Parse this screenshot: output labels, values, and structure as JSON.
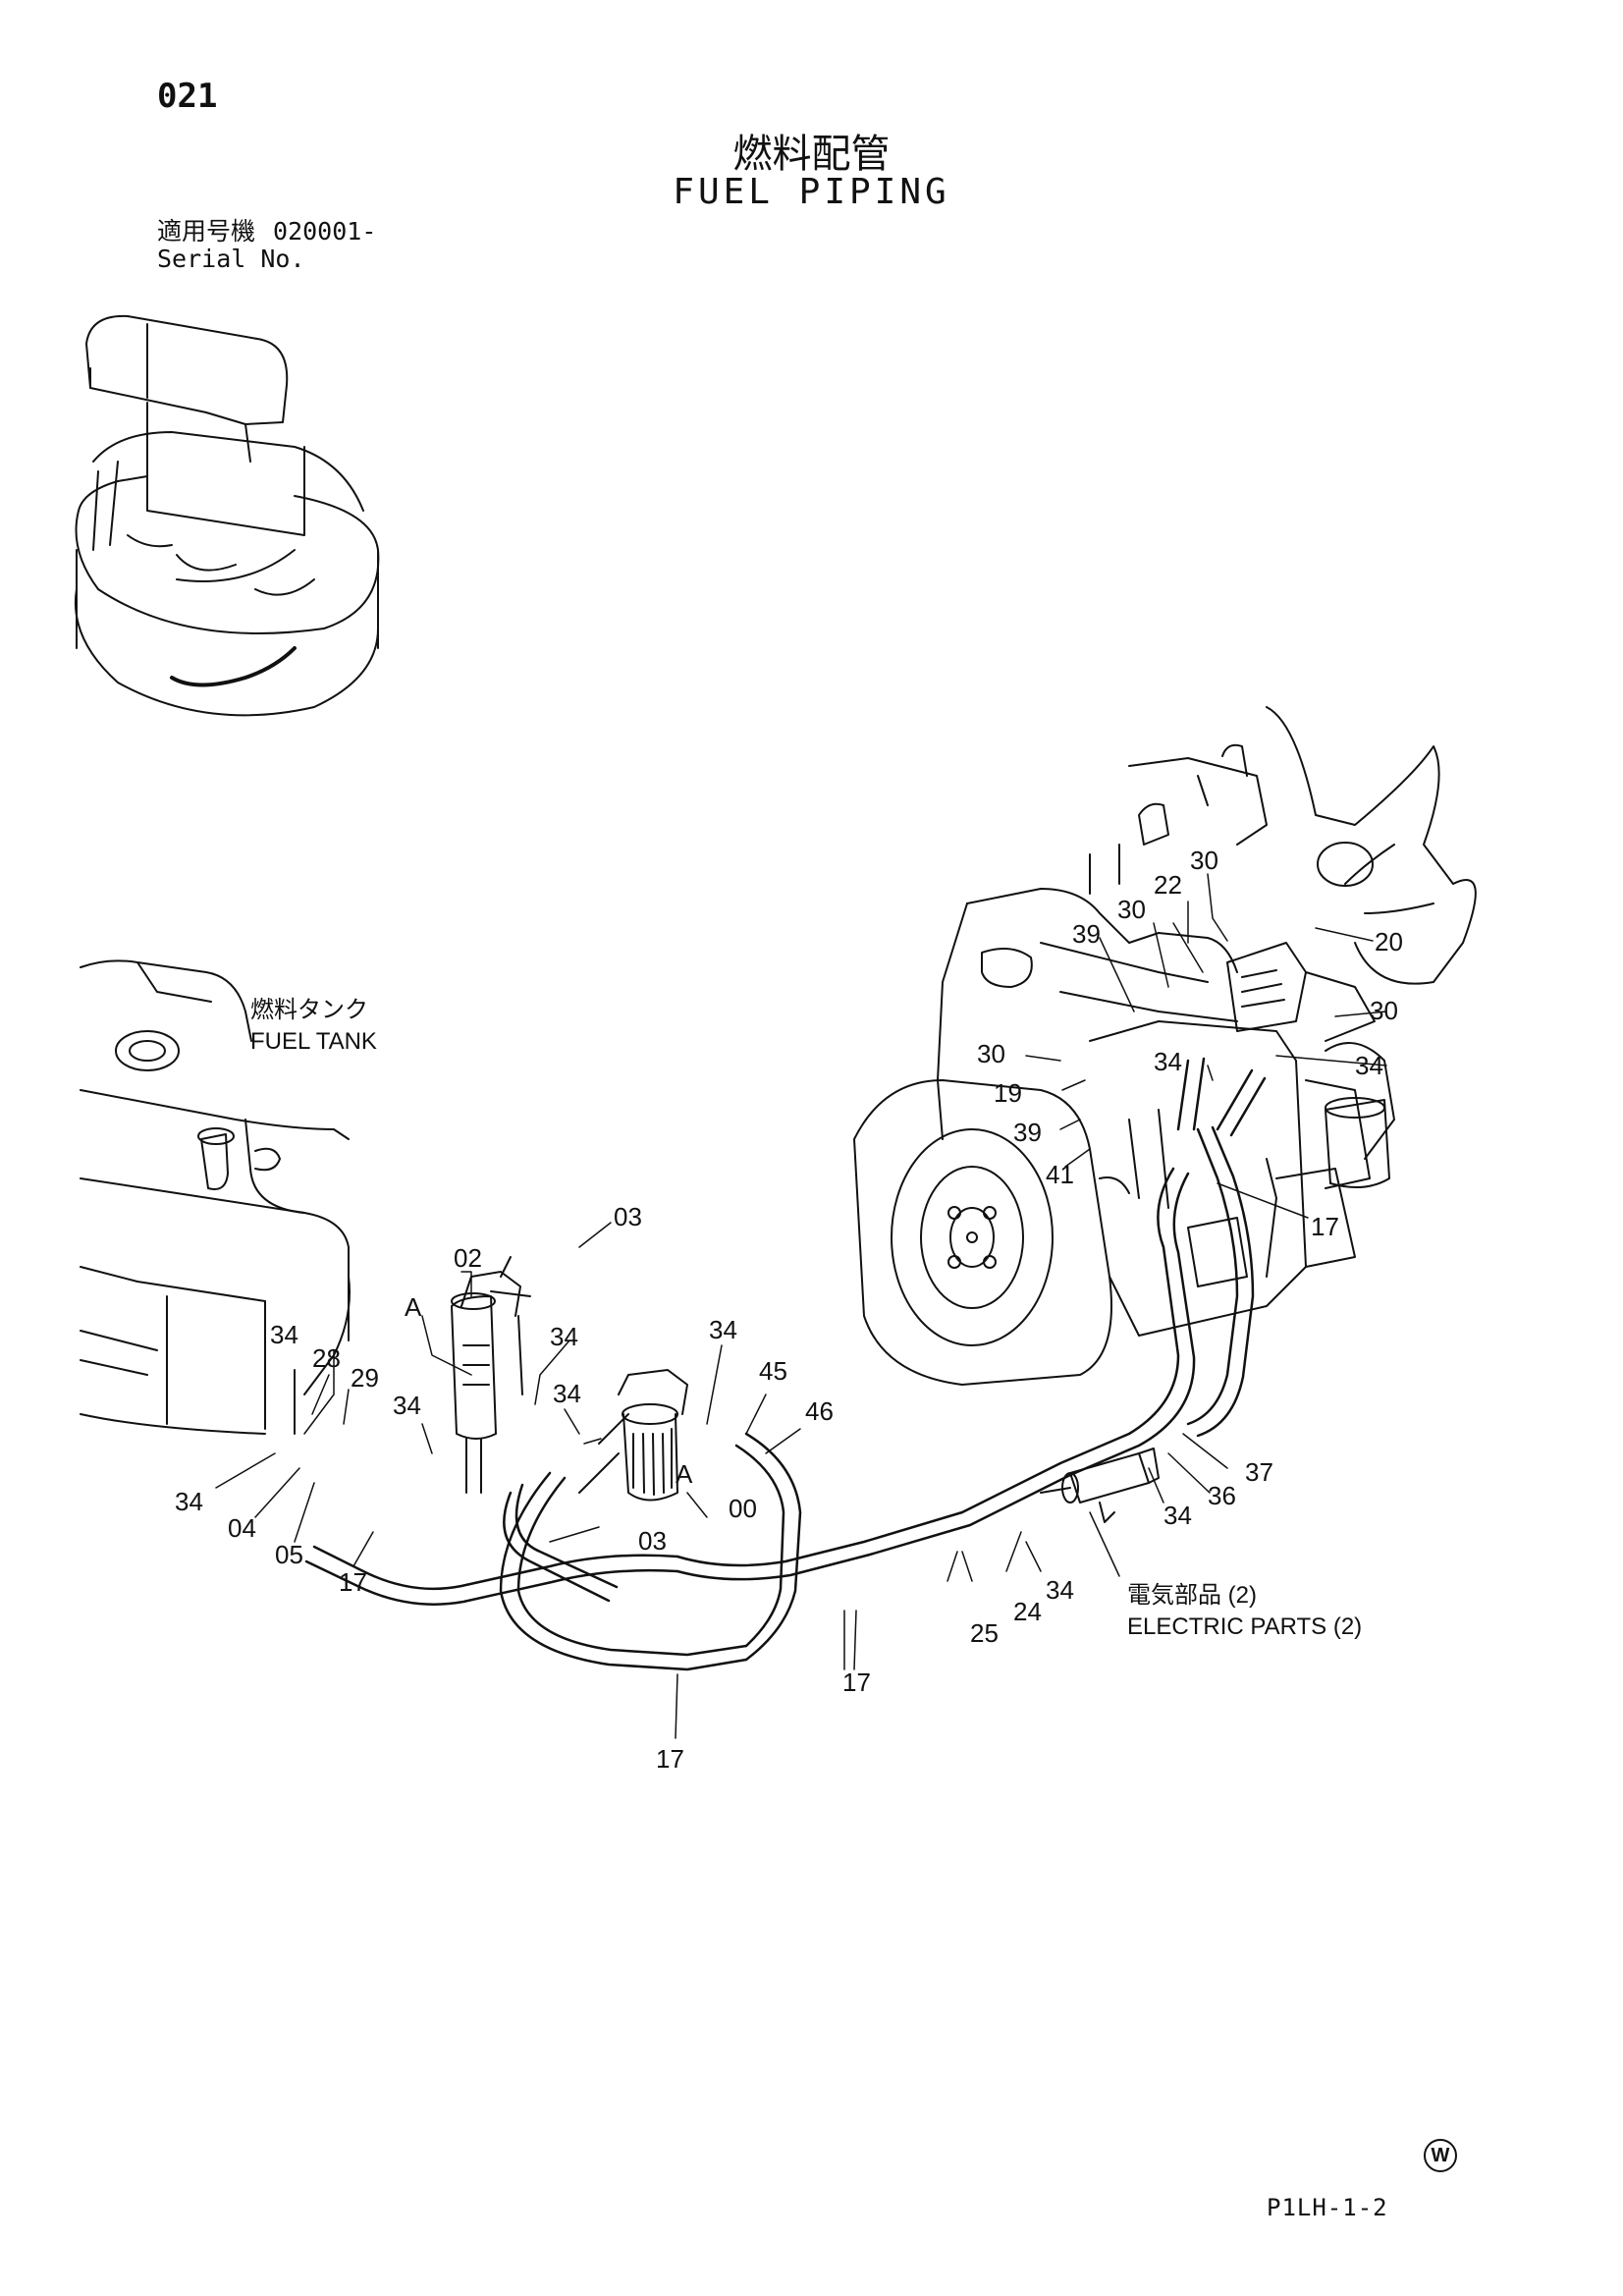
{
  "header": {
    "page_number": "021",
    "title_jp": "燃料配管",
    "title_en": "FUEL PIPING",
    "serial_label_jp": "適用号機",
    "serial_value": "020001-",
    "serial_label_en": "Serial No."
  },
  "labels": {
    "fuel_tank_jp": "燃料タンク",
    "fuel_tank_en": "FUEL TANK",
    "electric_parts_jp": "電気部品 (2)",
    "electric_parts_en": "ELECTRIC  PARTS (2)"
  },
  "callouts": {
    "c20": "20",
    "c30a": "30",
    "c30b": "30",
    "c22": "22",
    "c39a": "39",
    "c30c": "30",
    "c30d": "30",
    "c34a": "34",
    "c34b": "34",
    "c19": "19",
    "c39b": "39",
    "c41": "41",
    "c17a": "17",
    "c03a": "03",
    "c02": "02",
    "cAa": "A",
    "c34c": "34",
    "c28": "28",
    "c29": "29",
    "c34d": "34",
    "c34e": "34",
    "c34f": "34",
    "c45": "45",
    "c46": "46",
    "c34g": "34",
    "c04": "04",
    "c05": "05",
    "c17b": "17",
    "cAb": "A",
    "c00": "00",
    "c03b": "03",
    "c37": "37",
    "c36": "36",
    "c34h": "34",
    "c34i": "34",
    "c24": "24",
    "c25": "25",
    "c17c": "17",
    "c17d": "17",
    "c34j": "34"
  },
  "footer": {
    "mark": "W",
    "code": "P1LH-1-2"
  }
}
